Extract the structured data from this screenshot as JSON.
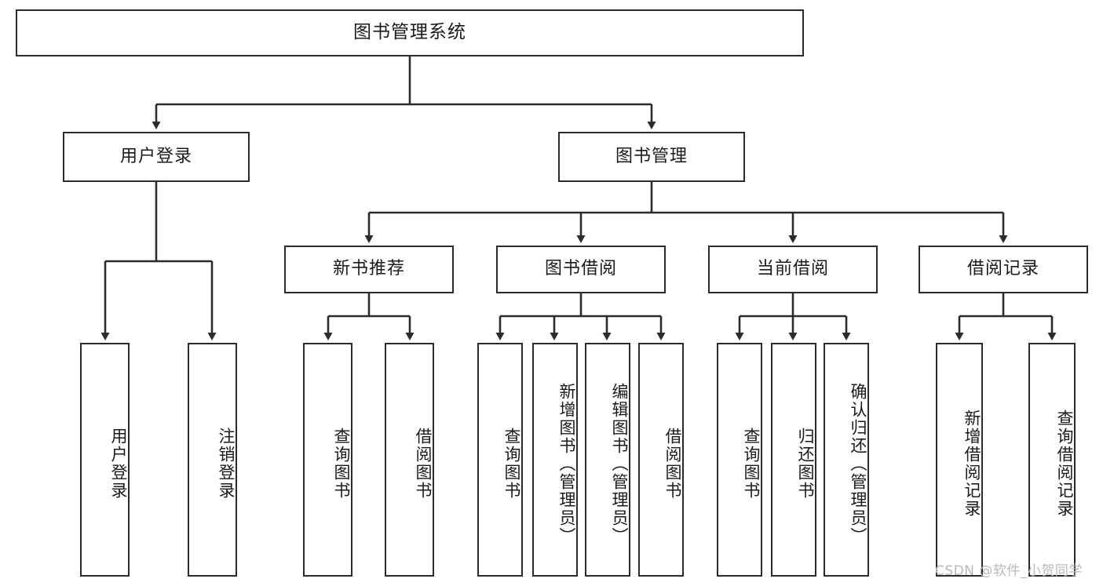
{
  "diagram": {
    "title": "图书管理系统",
    "type": "hierarchy-tree",
    "watermark": "CSDN @软件_小贺同学",
    "colors": {
      "stroke": "#2b2b2b",
      "fill": "#ffffff",
      "text": "#1a1a1a",
      "watermark": "#b9b9b9"
    },
    "levels": {
      "root": {
        "label": "图书管理系统"
      },
      "level2": [
        {
          "id": "login",
          "label": "用户登录"
        },
        {
          "id": "bookmgmt",
          "label": "图书管理"
        }
      ],
      "level3": [
        {
          "id": "newbook",
          "label": "新书推荐",
          "parent": "bookmgmt"
        },
        {
          "id": "borrow",
          "label": "图书借阅",
          "parent": "bookmgmt"
        },
        {
          "id": "current",
          "label": "当前借阅",
          "parent": "bookmgmt"
        },
        {
          "id": "record",
          "label": "借阅记录",
          "parent": "bookmgmt"
        }
      ],
      "leaves": {
        "login": [
          {
            "label": "用户登录"
          },
          {
            "label": "注销登录"
          }
        ],
        "newbook": [
          {
            "label": "查询图书"
          },
          {
            "label": "借阅图书"
          }
        ],
        "borrow": [
          {
            "label": "查询图书"
          },
          {
            "label": "新增图书（管理员）"
          },
          {
            "label": "编辑图书（管理员）"
          },
          {
            "label": "借阅图书"
          }
        ],
        "current": [
          {
            "label": "查询图书"
          },
          {
            "label": "归还图书"
          },
          {
            "label": "确认归还（管理员）"
          }
        ],
        "record": [
          {
            "label": "新增借阅记录"
          },
          {
            "label": "查询借阅记录"
          }
        ]
      }
    }
  }
}
